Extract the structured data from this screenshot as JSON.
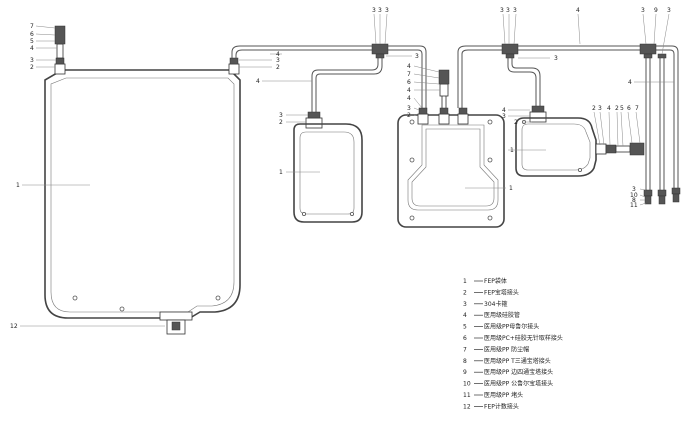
{
  "callouts": {
    "bag1_top": [
      "7",
      "6",
      "5",
      "4",
      "3",
      "2"
    ],
    "bag1_side": "1",
    "bag1_bottom": "12",
    "bag1_right": [
      "3",
      "2"
    ],
    "tube_a": [
      "4",
      "4"
    ],
    "bag2": [
      "3",
      "2",
      "1"
    ],
    "junction1": [
      "3",
      "3",
      "3",
      "3"
    ],
    "plate_labels": [
      "4",
      "7",
      "6",
      "4",
      "4",
      "3",
      "2"
    ],
    "plate_side": "1",
    "junction2": [
      "3",
      "3",
      "3",
      "4"
    ],
    "junction2_side": "3",
    "bag3": [
      "4",
      "3",
      "2",
      "1"
    ],
    "bag3_top": [
      "2",
      "3",
      "4",
      "2",
      "5",
      "6",
      "7"
    ],
    "right_top": [
      "3",
      "9",
      "3"
    ],
    "right_side": "4",
    "right_bottom": [
      "3",
      "10",
      "8",
      "11"
    ]
  },
  "legend": [
    {
      "num": "1",
      "text": "FEP袋体"
    },
    {
      "num": "2",
      "text": "FEP宝塔接头"
    },
    {
      "num": "3",
      "text": "304卡箍"
    },
    {
      "num": "4",
      "text": "医用级硅胶管"
    },
    {
      "num": "5",
      "text": "医用级PP母鲁尔接头"
    },
    {
      "num": "6",
      "text": "医用级PC+硅胶无针取样接头"
    },
    {
      "num": "7",
      "text": "医用级PP 防尘帽"
    },
    {
      "num": "8",
      "text": "医用级PP T三通宝塔接头"
    },
    {
      "num": "9",
      "text": "医用级PP 边四通宝塔接头"
    },
    {
      "num": "10",
      "text": "医用级PP 公鲁尔宝塔接头"
    },
    {
      "num": "11",
      "text": "医用级PP 堵头"
    },
    {
      "num": "12",
      "text": "FEP计数接头"
    }
  ]
}
